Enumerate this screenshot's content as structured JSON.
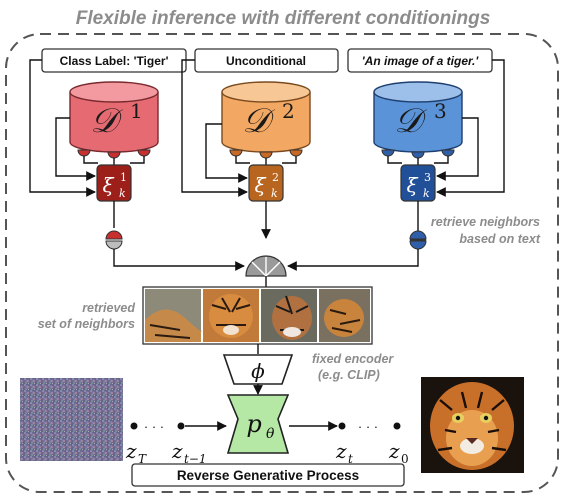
{
  "title": "Flexible inference with different conditionings",
  "conditions": [
    {
      "label": "Class Label: 'Tiger'"
    },
    {
      "label": "Unconditional"
    },
    {
      "label": "'An image of a tiger.'"
    }
  ],
  "databases": [
    {
      "symbol": "𝒟",
      "index": "1",
      "color": "#e66a72"
    },
    {
      "symbol": "𝒟",
      "index": "2",
      "color": "#f2a862"
    },
    {
      "symbol": "𝒟",
      "index": "3",
      "color": "#5b93d8"
    }
  ],
  "retrievers": [
    {
      "symbol": "ξ",
      "sup": "1",
      "sub": "k",
      "color": "#9c1f1a"
    },
    {
      "symbol": "ξ",
      "sup": "2",
      "sub": "k",
      "color": "#b8661f"
    },
    {
      "symbol": "ξ",
      "sup": "3",
      "sub": "k",
      "color": "#214f98"
    }
  ],
  "annotations": {
    "retrieve_text_1": "retrieve neighbors",
    "retrieve_text_2": "based on text",
    "retrieved_1": "retrieved",
    "retrieved_2": "set of neighbors",
    "encoder_1": "fixed encoder",
    "encoder_2": "(e.g. CLIP)"
  },
  "encoder": {
    "symbol": "ϕ"
  },
  "model": {
    "symbol": "p",
    "sub": "θ"
  },
  "latents": {
    "zT": {
      "main": "z",
      "sub": "T"
    },
    "zt1": {
      "main": "z",
      "sub": "t−1"
    },
    "zt": {
      "main": "z",
      "sub": "t"
    },
    "z0": {
      "main": "z",
      "sub": "0"
    },
    "dots": "· · ·"
  },
  "process_label": "Reverse Generative Process"
}
